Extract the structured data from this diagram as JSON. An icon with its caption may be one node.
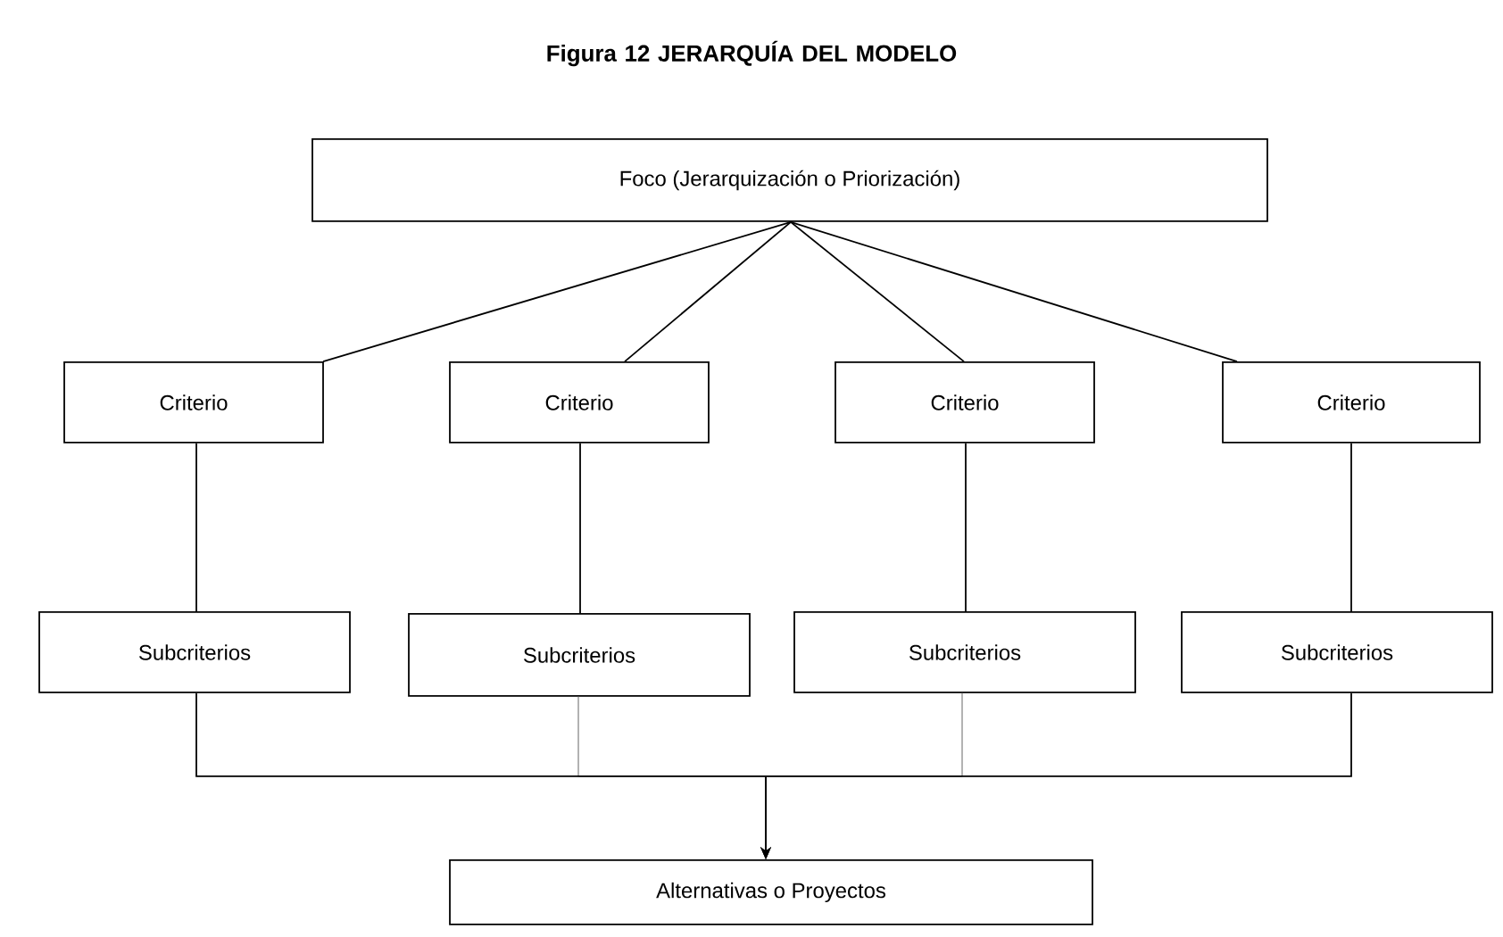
{
  "diagram": {
    "title": "Figura 12 JERARQUÍA DEL MODELO",
    "nodes": [
      {
        "text": [
          "Foco (Jerarquización o Priorización)"
        ]
      },
      {
        "text": [
          "Criterio"
        ]
      },
      {
        "text": [
          "Criterio"
        ]
      },
      {
        "text": [
          "Criterio"
        ]
      },
      {
        "text": [
          "Criterio"
        ]
      },
      {
        "text": [
          "Subcriterios"
        ]
      },
      {
        "text": [
          "Subcriterios"
        ]
      },
      {
        "text": [
          "Subcriterios"
        ]
      },
      {
        "text": [
          "Subcriterios"
        ]
      },
      {
        "text": [
          "Alternativas o Proyectos"
        ]
      }
    ],
    "edges": [
      {
        "from": 0,
        "to": 1,
        "arrow": "none"
      },
      {
        "from": 0,
        "to": 2,
        "arrow": "none"
      },
      {
        "from": 0,
        "to": 3,
        "arrow": "none"
      },
      {
        "from": 0,
        "to": 4,
        "arrow": "none"
      },
      {
        "from": 1,
        "to": 5,
        "arrow": "none"
      },
      {
        "from": 2,
        "to": 6,
        "arrow": "none"
      },
      {
        "from": 3,
        "to": 7,
        "arrow": "none"
      },
      {
        "from": 4,
        "to": 8,
        "arrow": "none"
      },
      {
        "from": 5,
        "to": 9,
        "arrow": "to"
      },
      {
        "from": 6,
        "to": 9,
        "arrow": "to",
        "color": "#808080"
      },
      {
        "from": 7,
        "to": 9,
        "arrow": "to",
        "color": "#808080"
      },
      {
        "from": 8,
        "to": 9,
        "arrow": "to"
      }
    ]
  }
}
